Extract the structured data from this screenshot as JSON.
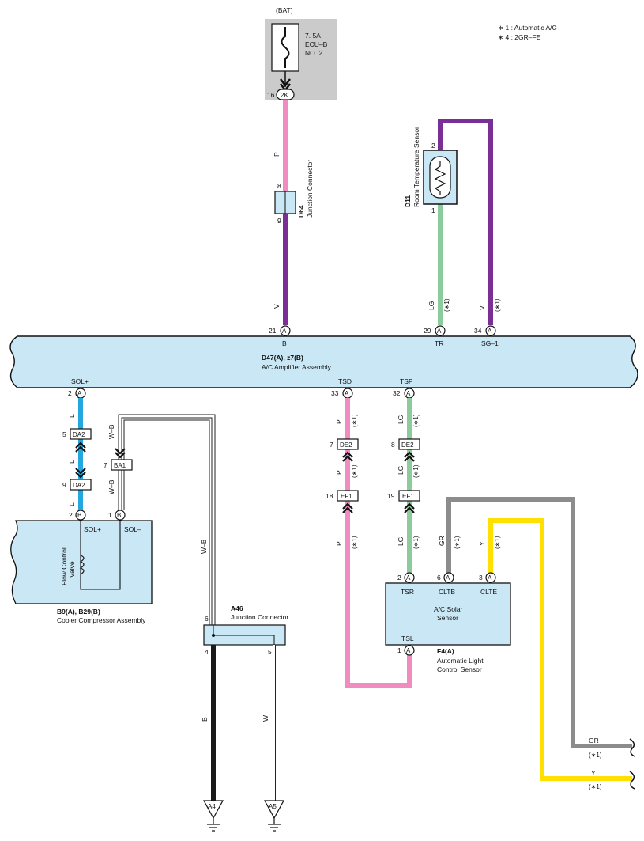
{
  "notes": {
    "n1": "∗ 1 : Automatic A/C",
    "n2": "∗ 4 : 2GR–FE"
  },
  "fuse": {
    "source": "(BAT)",
    "line1": "7. 5A",
    "line2": "ECU–B",
    "line3": "NO. 2",
    "pin": "16",
    "conn": "2K"
  },
  "d64": {
    "code": "D64",
    "name": "Junction Connector",
    "pin_top": "8",
    "pin_bottom": "9"
  },
  "d11": {
    "code": "D11",
    "name": "Room Temperature Sensor",
    "pin_top": "2",
    "pin_bottom": "1"
  },
  "amp": {
    "code": "D47(A), z7(B)",
    "name": "A/C Amplifier Assembly",
    "top_pins": [
      {
        "num": "21",
        "conn": "A",
        "label": "B"
      },
      {
        "num": "29",
        "conn": "A",
        "label": "TR"
      },
      {
        "num": "34",
        "conn": "A",
        "label": "SG–1"
      }
    ],
    "bottom_pins": [
      {
        "num": "2",
        "conn": "A",
        "label": "SOL+"
      },
      {
        "num": "33",
        "conn": "A",
        "label": "TSD"
      },
      {
        "num": "32",
        "conn": "A",
        "label": "TSP"
      }
    ]
  },
  "wires": {
    "bat_p": "P",
    "bat_v": "V",
    "tr_lg": "LG",
    "sg_v": "V",
    "sol_l1": "L",
    "sol_l2": "L",
    "sol_l3": "L",
    "wb1": "W–B",
    "wb2": "W–B",
    "wb3": "W–B",
    "tsd_p1": "P",
    "tsd_p2": "P",
    "tsd_p3": "P",
    "tsp_lg1": "LG",
    "tsp_lg2": "LG",
    "tsp_lg3": "LG",
    "cltb_gr": "GR",
    "clte_y": "Y",
    "gnd_b": "B",
    "gnd_w": "W",
    "out_gr": "GR",
    "out_y": "Y",
    "star1": "(∗1)"
  },
  "connectors": {
    "da2_top": {
      "pin": "5",
      "name": "DA2"
    },
    "da2_bot": {
      "pin": "9",
      "name": "DA2"
    },
    "ba1": {
      "pin": "7",
      "name": "BA1"
    },
    "de2_p": {
      "pin": "7",
      "name": "DE2"
    },
    "de2_lg": {
      "pin": "8",
      "name": "DE2"
    },
    "ef1_p": {
      "pin": "18",
      "name": "EF1"
    },
    "ef1_lg": {
      "pin": "19",
      "name": "EF1"
    }
  },
  "compressor": {
    "code": "B9(A), B29(B)",
    "name": "Cooler Compressor Assembly",
    "pin_a": "2",
    "conn_a": "B",
    "label_a": "SOL+",
    "pin_b": "1",
    "conn_b": "B",
    "label_b": "SOL–",
    "valve1": "Flow Control",
    "valve2": "Valve"
  },
  "a46": {
    "code": "A46",
    "name": "Junction Connector",
    "pin_top": "6",
    "pin_left": "4",
    "pin_right": "5"
  },
  "solar": {
    "code": "F4(A)",
    "name1": "Automatic Light",
    "name2": "Control Sensor",
    "title1": "A/C Solar",
    "title2": "Sensor",
    "pins": [
      {
        "num": "2",
        "conn": "A",
        "label": "TSR"
      },
      {
        "num": "6",
        "conn": "A",
        "label": "CLTB"
      },
      {
        "num": "3",
        "conn": "A",
        "label": "CLTE"
      }
    ],
    "pin_tsl": {
      "num": "1",
      "conn": "A",
      "label": "TSL"
    }
  },
  "grounds": {
    "g1": "A4",
    "g2": "A5"
  },
  "colors": {
    "pink": "#f08cc0",
    "violet": "#7a2e96",
    "lightgreen": "#8ccc9c",
    "blue": "#22a7e0",
    "gray": "#8c8c8c",
    "yellow": "#ffe000",
    "black": "#1a1a1a",
    "box": "#c9e7f5",
    "fuse_bg": "#cbcbcb"
  }
}
